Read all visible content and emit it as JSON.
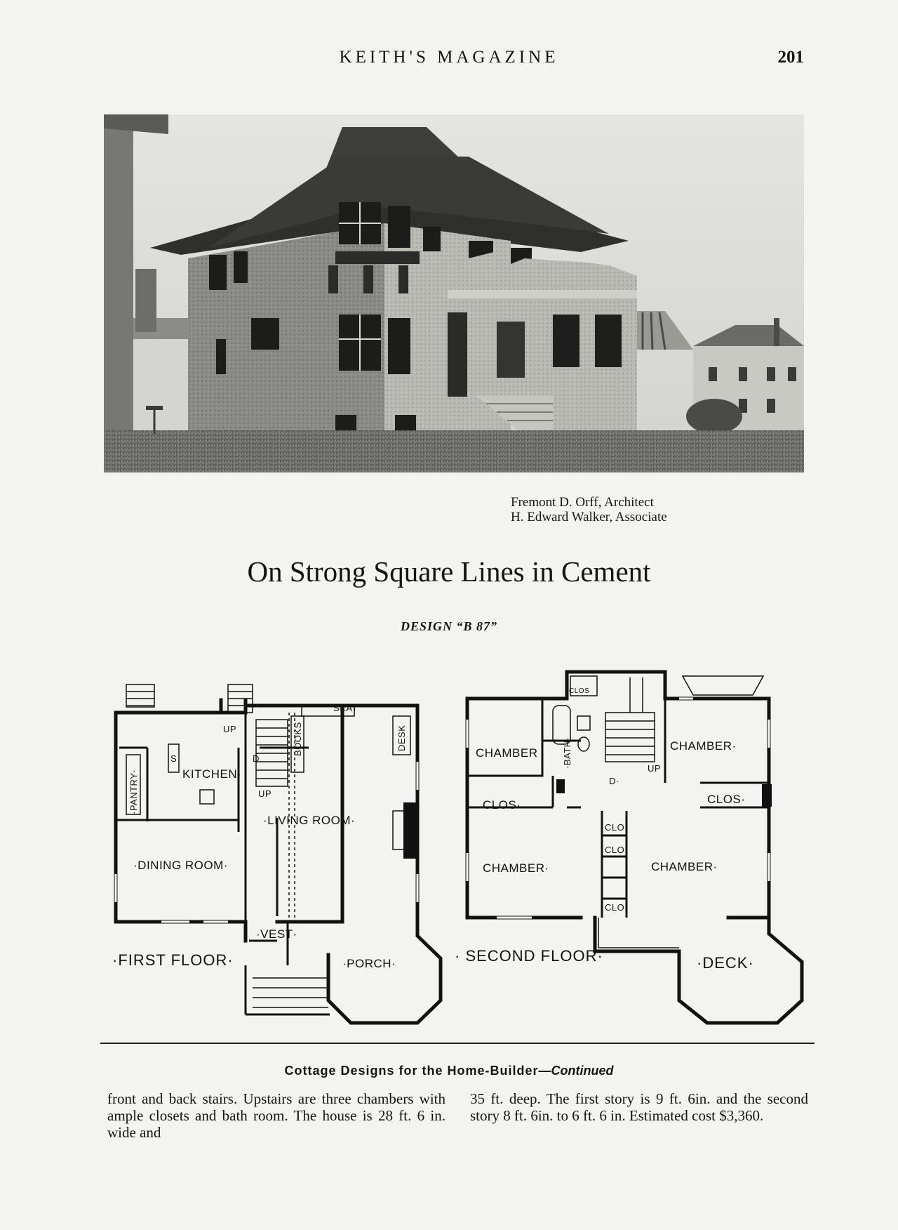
{
  "header": {
    "running_head": "KEITH'S MAGAZINE",
    "page_number": "201"
  },
  "credits": {
    "architect": "Fremont D. Orff, Architect",
    "associate": "H. Edward Walker, Associate"
  },
  "article": {
    "title": "On Strong Square Lines in Cement",
    "design": "DESIGN “B 87”"
  },
  "first_floor": {
    "label": "·FIRST FLOOR·",
    "rooms": {
      "kitchen": "KITCHEN·",
      "pantry": "·PANTRY·",
      "dining": "·DINING ROOM·",
      "living": "·LIVING ROOM·",
      "vest": "·VEST·",
      "porch": "·PORCH·",
      "seat": "SEAT",
      "desk": "DESK",
      "books": "BOOKS",
      "sink": "S",
      "up1": "UP",
      "up2": "UP",
      "d": "D"
    }
  },
  "second_floor": {
    "label": "· SECOND FLOOR·",
    "rooms": {
      "chamber_nw": "CHAMBER",
      "bath": "·BATH·",
      "chamber_ne": "CHAMBER·",
      "clos_w": "CLOS·",
      "clos_e": "CLOS·",
      "clos_top": "CLOS",
      "chamber_sw": "CHAMBER·",
      "chamber_se": "CHAMBER·",
      "clo1": "CLO",
      "clo2": "CLO·",
      "clo3": "CLO",
      "deck": "·DECK·",
      "up": "UP",
      "d": "D·"
    }
  },
  "section": {
    "heading": "Cottage Designs for the Home-Builder",
    "continued": "—Continued"
  },
  "body": {
    "left": "front and back stairs. Upstairs are three chambers with ample closets and bath room. The house is 28 ft. 6 in. wide and",
    "right": "35 ft. deep. The first story is 9 ft. 6in. and the second story 8 ft. 6in. to 6 ft. 6 in. Estimated cost $3,360."
  },
  "colors": {
    "paper": "#f3f3f1",
    "ink": "#141414"
  }
}
